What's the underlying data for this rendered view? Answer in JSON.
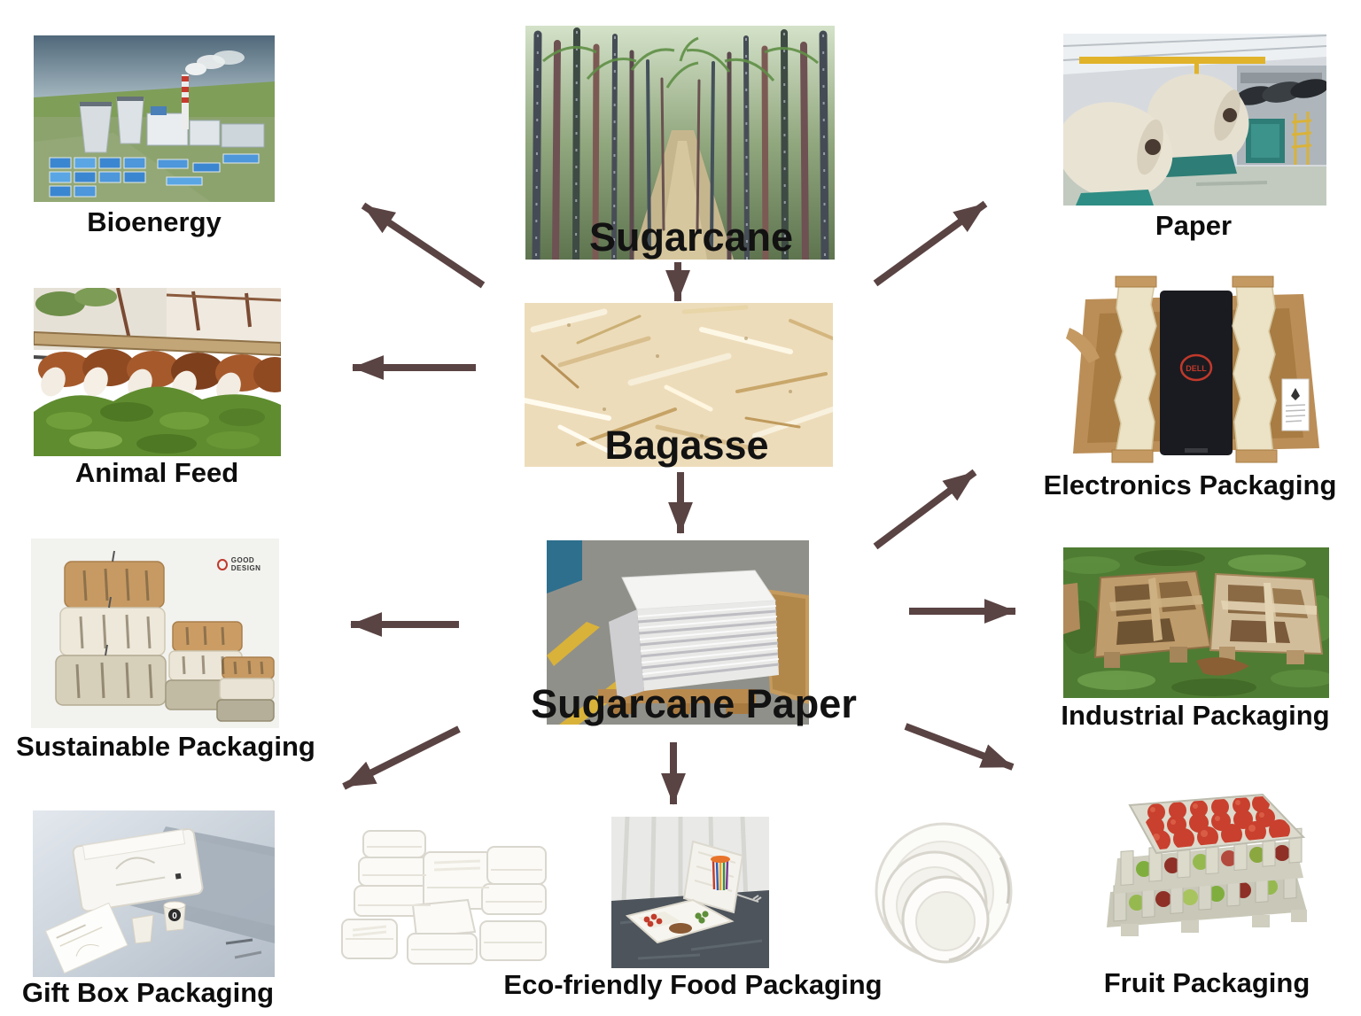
{
  "diagram": {
    "nodes": {
      "sugarcane": "Sugarcane",
      "bagasse": "Bagasse",
      "sugarcane_paper": "Sugarcane Paper",
      "bioenergy": "Bioenergy",
      "animal_feed": "Animal Feed",
      "sustainable_packaging": "Sustainable Packaging",
      "gift_box_packaging": "Gift Box Packaging",
      "paper": "Paper",
      "electronics_packaging": "Electronics Packaging",
      "industrial_packaging": "Industrial Packaging",
      "fruit_packaging": "Fruit Packaging",
      "eco_food_packaging": "Eco-friendly Food Packaging"
    },
    "badges": {
      "good_design": "GOOD DESIGN"
    },
    "edges": [
      {
        "from": "Sugarcane",
        "to": "Bioenergy"
      },
      {
        "from": "Sugarcane",
        "to": "Paper"
      },
      {
        "from": "Sugarcane",
        "to": "Bagasse"
      },
      {
        "from": "Bagasse",
        "to": "Animal Feed"
      },
      {
        "from": "Bagasse",
        "to": "Electronics Packaging"
      },
      {
        "from": "Bagasse",
        "to": "Sugarcane Paper"
      },
      {
        "from": "Sugarcane Paper",
        "to": "Sustainable Packaging"
      },
      {
        "from": "Sugarcane Paper",
        "to": "Gift Box Packaging"
      },
      {
        "from": "Sugarcane Paper",
        "to": "Eco-friendly Food Packaging"
      },
      {
        "from": "Sugarcane Paper",
        "to": "Industrial Packaging"
      },
      {
        "from": "Sugarcane Paper",
        "to": "Fruit Packaging"
      }
    ],
    "colors": {
      "arrow": "#5a4343",
      "label": "#0d0d0d",
      "background": "#ffffff"
    }
  }
}
